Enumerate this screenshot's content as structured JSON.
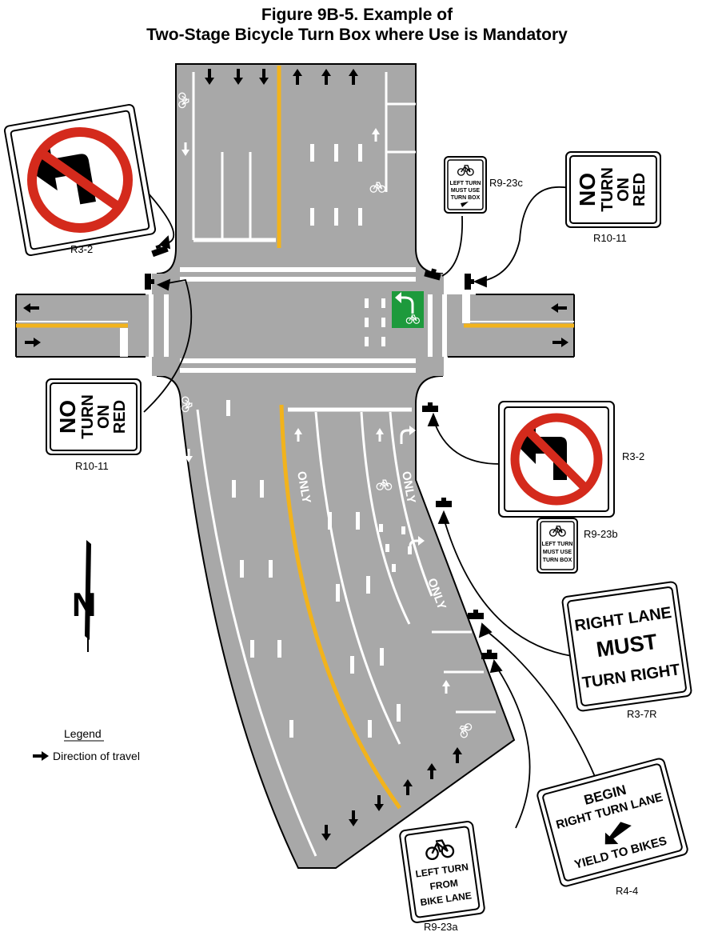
{
  "figure": {
    "title_line1": "Figure 9B-5.  Example of",
    "title_line2": "Two-Stage Bicycle Turn Box where Use is Mandatory"
  },
  "signs": {
    "r3_2_nw": {
      "label": "R3-2"
    },
    "r10_11_ne": {
      "label": "R10-11",
      "l1": "NO",
      "l2": "TURN",
      "l3": "ON",
      "l4": "RED"
    },
    "r9_23c": {
      "label": "R9-23c",
      "l1": "LEFT TURN",
      "l2": "MUST USE",
      "l3": "TURN BOX"
    },
    "r10_11_w": {
      "label": "R10-11",
      "l1": "NO",
      "l2": "TURN",
      "l3": "ON",
      "l4": "RED"
    },
    "r3_2_se": {
      "label": "R3-2"
    },
    "r9_23b": {
      "label": "R9-23b",
      "l1": "LEFT TURN",
      "l2": "MUST USE",
      "l3": "TURN BOX"
    },
    "r3_7r": {
      "label": "R3-7R",
      "l1": "RIGHT LANE",
      "l2": "MUST",
      "l3": "TURN RIGHT"
    },
    "r4_4": {
      "label": "R4-4",
      "l1": "BEGIN",
      "l2": "RIGHT TURN LANE",
      "l3": "YIELD TO BIKES"
    },
    "r9_23a": {
      "label": "R9-23a",
      "l1": "LEFT TURN",
      "l2": "FROM",
      "l3": "BIKE LANE"
    }
  },
  "markings": {
    "only": "ONLY"
  },
  "north": {
    "label": "N"
  },
  "legend": {
    "title": "Legend",
    "direction": "Direction of travel"
  },
  "colors": {
    "pavement": "#a8a8a8",
    "centerline": "#f2b31c",
    "turn_box": "#1d9a3c",
    "prohibition_red": "#d42a1c",
    "marking": "#ffffff"
  }
}
